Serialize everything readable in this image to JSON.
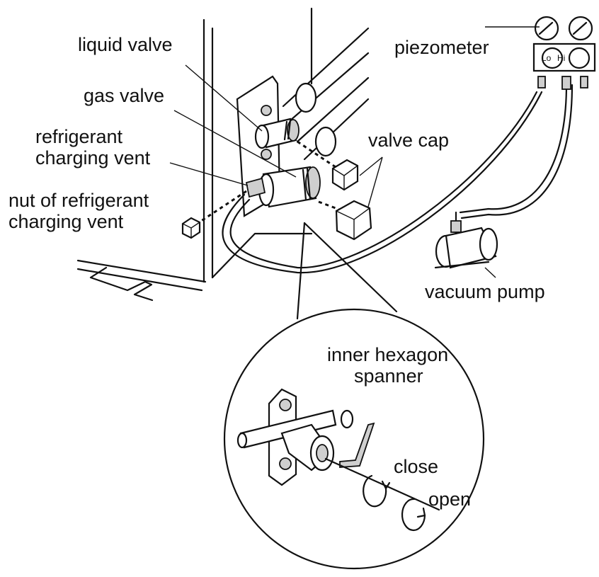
{
  "labels": {
    "liquid_valve": "liquid valve",
    "gas_valve": "gas valve",
    "refrigerant_vent_line1": "refrigerant",
    "refrigerant_vent_line2": "charging vent",
    "nut_line1": "nut of refrigerant",
    "nut_line2": "charging vent",
    "piezometer": "piezometer",
    "gauge_lo": "Lo",
    "gauge_hi": "Hi",
    "valve_cap": "valve cap",
    "vacuum_pump": "vacuum pump",
    "spanner_line1": "inner hexagon",
    "spanner_line2": "spanner",
    "close": "close",
    "open": "open"
  },
  "colors": {
    "line": "#111111",
    "background": "#ffffff"
  }
}
